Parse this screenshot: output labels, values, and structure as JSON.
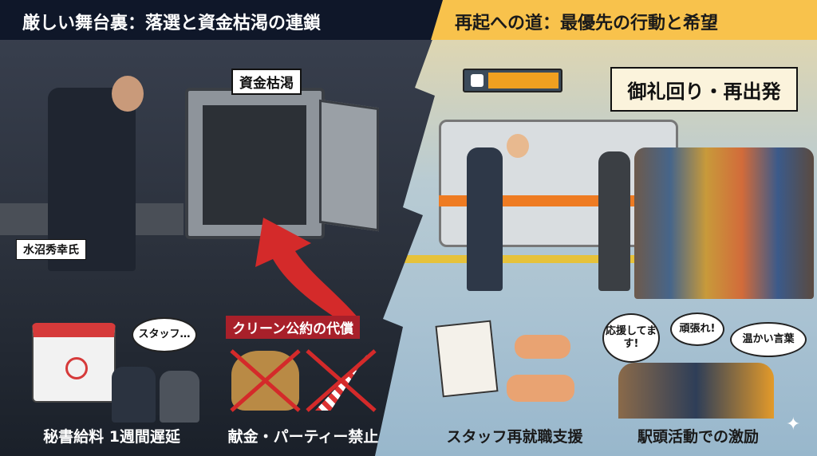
{
  "left": {
    "title": "厳しい舞台裏：落選と資金枯渇の連鎖",
    "safe_label": "資金枯渇",
    "person_label": "水沼秀幸氏",
    "thought_bubble": "スタッフ…",
    "clean_pledge_label": "クリーン公約の代償",
    "captions": [
      "秘書給料 1週間遅延",
      "献金・パーティー禁止"
    ]
  },
  "right": {
    "title": "再起への道：最優先の行動と希望",
    "banner": "御礼回り・再出発",
    "speech_bubbles": [
      "応援してます!",
      "頑張れ!",
      "温かい言葉"
    ],
    "captions": [
      "スタッフ再就職支援",
      "駅頭活動での激励"
    ]
  },
  "colors": {
    "left_header_bg": "#0f1729",
    "right_header_bg": "#f8c24c",
    "arrow_red": "#d42a2a",
    "label_red": "#a8202a"
  }
}
